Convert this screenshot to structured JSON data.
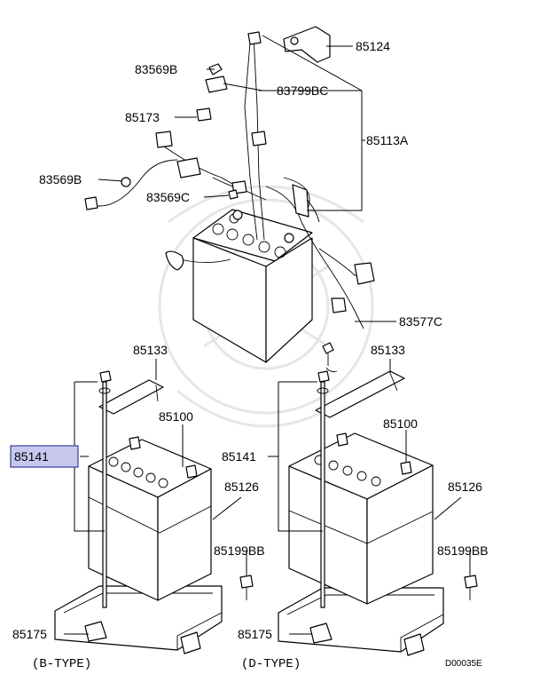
{
  "diagram": {
    "code": "D00035E",
    "highlight_color": "#c8c8ee",
    "callouts": {
      "c85124": "85124",
      "c83569B_top": "83569B",
      "c83799BC": "83799BC",
      "c85173": "85173",
      "c85113A": "85113A",
      "c83569B_left": "83569B",
      "c83569C": "83569C",
      "c83577C": "83577C",
      "c85133_left": "85133",
      "c85133_right": "85133",
      "c85100_left": "85100",
      "c85100_right": "85100",
      "c85141_left": "85141",
      "c85141_right": "85141",
      "c85126_left": "85126",
      "c85126_right": "85126",
      "c85199BB_left": "85199BB",
      "c85199BB_right": "85199BB",
      "c85175_left": "85175",
      "c85175_right": "85175"
    },
    "type_labels": {
      "left": "(B-TYPE)",
      "right": "(D-TYPE)"
    }
  }
}
